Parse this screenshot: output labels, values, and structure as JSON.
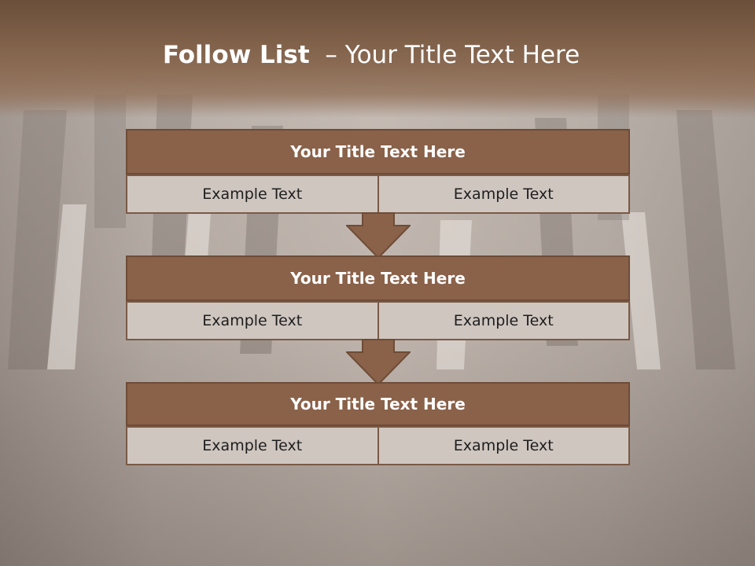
{
  "slide": {
    "title_bold": "Follow List",
    "title_rest": "  – Your Title Text Here"
  },
  "steps": [
    {
      "title": "Your Title Text Here",
      "left": "Example Text",
      "right": "Example Text"
    },
    {
      "title": "Your Title Text Here",
      "left": "Example Text",
      "right": "Example Text"
    },
    {
      "title": "Your Title Text Here",
      "left": "Example Text",
      "right": "Example Text"
    }
  ],
  "colors": {
    "header_fill": "#8a6149",
    "cell_fill": "#cfc6c0",
    "arrow_fill": "#8a6149",
    "title_band": "#6b4f3a"
  }
}
